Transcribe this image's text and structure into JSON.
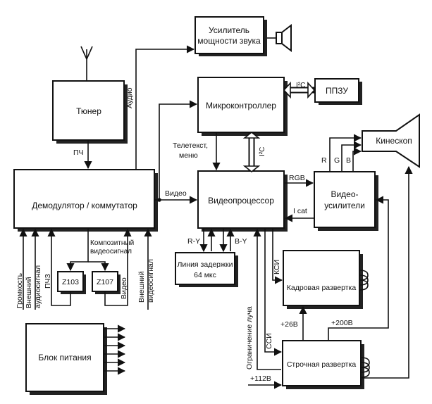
{
  "blocks": {
    "amplifier": [
      "Усилитель",
      "мощности звука"
    ],
    "tuner": "Тюнер",
    "microcontroller": "Микроконтроллер",
    "eeprom": "ППЗУ",
    "kinescope": "Кинескоп",
    "demodulator": "Демодулятор / коммутатор",
    "videoprocessor": "Видеопроцессор",
    "videoamp": [
      "Видео-",
      "усилители"
    ],
    "delay_line": [
      "Линия задержки",
      "64 мкс"
    ],
    "frame_scan": "Кадровая развертка",
    "line_scan": "Строчная развертка",
    "power_supply": "Блок питания",
    "z103": "Z103",
    "z107": "Z107"
  },
  "labels": {
    "audio": "Аудио",
    "pch": "ПЧ",
    "teletext": [
      "Телетекст,",
      "меню"
    ],
    "i2c_h": "I²C",
    "i2c_v": "I²C",
    "video_in": "Видео",
    "rgb": "RGB",
    "r": "R",
    "g": "G",
    "b": "B",
    "icat": "I cat",
    "ry": "R-Y",
    "by": "B-Y",
    "ksi": "КСИ",
    "ssi": "ССИ",
    "beam_limit": "Ограничение луча",
    "composite": [
      "Композитный",
      "видеосигнал"
    ],
    "volume": "Громкость",
    "ext_audio": [
      "Внешний",
      "аудиосигнал"
    ],
    "pchz": "ПЧЗ",
    "video_out": "Видео",
    "ext_video": [
      "Внешний",
      "видеосигнал"
    ],
    "v26": "+26В",
    "v200": "+200В",
    "v112": "+112В"
  }
}
